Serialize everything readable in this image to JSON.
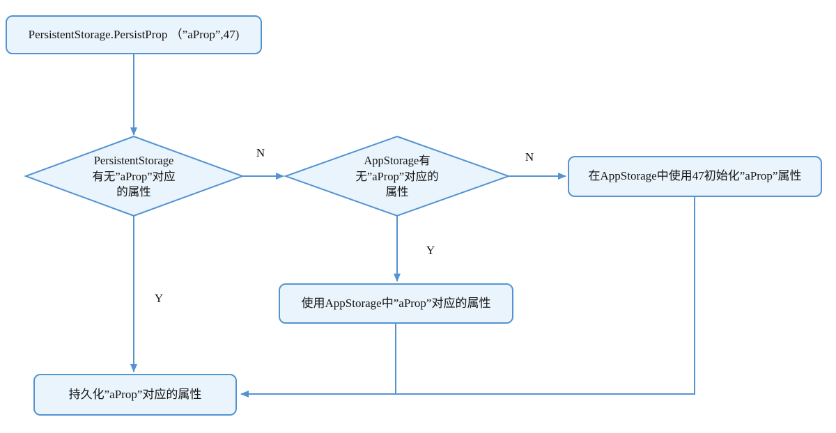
{
  "colors": {
    "stroke": "#5393d2",
    "fill": "#eaf4fc",
    "text": "#141414",
    "background": "#ffffff"
  },
  "chart_type": "flowchart",
  "nodes": {
    "start": {
      "label": "PersistentStorage.PersistProp （”aProp”,47)"
    },
    "decision1": {
      "label": "PersistentStorage\n有无”aProp”对应\n的属性"
    },
    "decision2": {
      "label": "AppStorage有\n无”aProp”对应的\n属性"
    },
    "init": {
      "label": "在AppStorage中使用47初始化”aProp”属性"
    },
    "use": {
      "label": "使用AppStorage中”aProp”对应的属性"
    },
    "persist": {
      "label": "持久化”aProp”对应的属性"
    }
  },
  "edge_labels": {
    "decision1_no": "N",
    "decision2_no": "N",
    "decision2_yes": "Y",
    "decision1_yes": "Y"
  }
}
